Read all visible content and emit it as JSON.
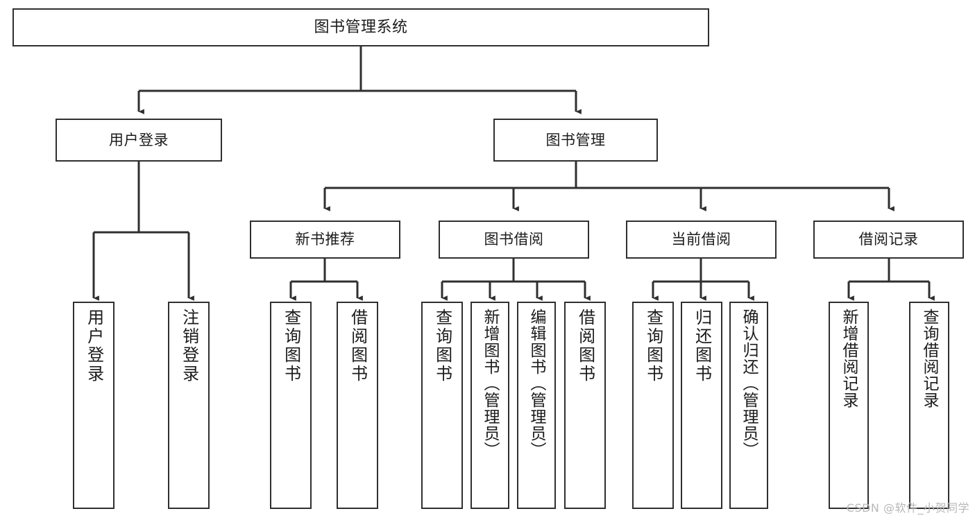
{
  "diagram": {
    "title": "图书管理系统",
    "type": "hierarchy-tree",
    "style": {
      "box_border": "#2f2f2f",
      "box_fill": "#ffffff",
      "line": "#2f2f2f",
      "text": "#1b1b1b",
      "background": "#ffffff"
    },
    "levels": {
      "root": {
        "label": "图书管理系统"
      },
      "level2": [
        {
          "id": "user-login",
          "label": "用户登录"
        },
        {
          "id": "book-manage",
          "label": "图书管理"
        }
      ],
      "level3": [
        {
          "id": "new-book-recommend",
          "label": "新书推荐"
        },
        {
          "id": "book-borrow",
          "label": "图书借阅"
        },
        {
          "id": "current-borrow",
          "label": "当前借阅"
        },
        {
          "id": "borrow-record",
          "label": "借阅记录"
        }
      ],
      "leaves": [
        {
          "id": "leaf-user-login",
          "label": "用户登录",
          "parent": "user-login"
        },
        {
          "id": "leaf-logout",
          "label": "注销登录",
          "parent": "user-login"
        },
        {
          "id": "leaf-query-book-1",
          "label": "查询图书",
          "parent": "new-book-recommend"
        },
        {
          "id": "leaf-borrow-book-1",
          "label": "借阅图书",
          "parent": "new-book-recommend"
        },
        {
          "id": "leaf-query-book-2",
          "label": "查询图书",
          "parent": "book-borrow"
        },
        {
          "id": "leaf-add-book",
          "label": "新增图书（管理员）",
          "parent": "book-borrow"
        },
        {
          "id": "leaf-edit-book",
          "label": "编辑图书（管理员）",
          "parent": "book-borrow"
        },
        {
          "id": "leaf-borrow-book-2",
          "label": "借阅图书",
          "parent": "book-borrow"
        },
        {
          "id": "leaf-query-book-3",
          "label": "查询图书",
          "parent": "current-borrow"
        },
        {
          "id": "leaf-return-book",
          "label": "归还图书",
          "parent": "current-borrow"
        },
        {
          "id": "leaf-confirm-return",
          "label": "确认归还（管理员）",
          "parent": "current-borrow"
        },
        {
          "id": "leaf-add-record",
          "label": "新增借阅记录",
          "parent": "borrow-record"
        },
        {
          "id": "leaf-query-record",
          "label": "查询借阅记录",
          "parent": "borrow-record"
        }
      ]
    }
  },
  "watermark": {
    "text": "CSDN @软件_小贺同学"
  }
}
